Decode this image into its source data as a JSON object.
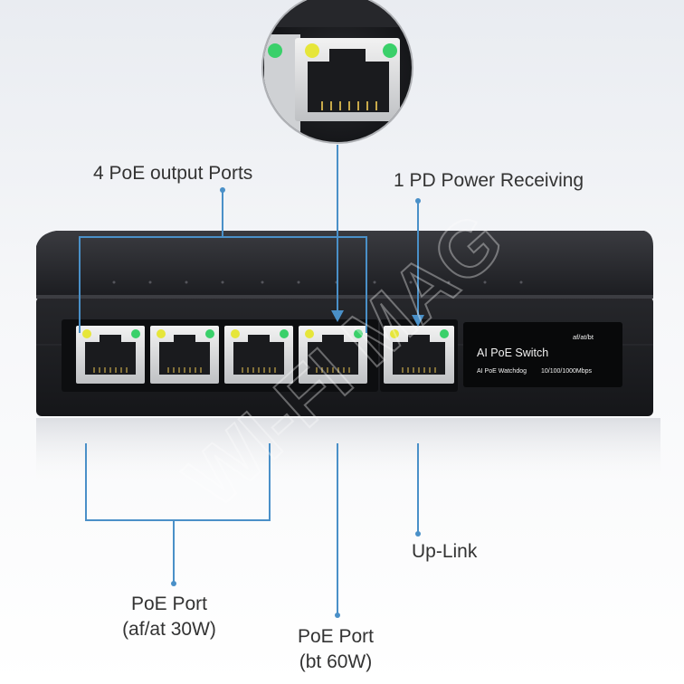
{
  "labels": {
    "output_ports": "4 PoE output Ports",
    "pd_power": "1 PD Power Receiving",
    "uplink": "Up-Link",
    "poe_port_at": {
      "line1": "PoE Port",
      "line2": "(af/at 30W)"
    },
    "poe_port_bt": {
      "line1": "PoE Port",
      "line2": "(bt 60W)"
    }
  },
  "device_panel": {
    "standard": "af/at/bt",
    "title": "AI PoE Switch",
    "watchdog": "AI PoE Watchdog",
    "speed": "10/100/1000Mbps"
  },
  "watermark": "WI-FI MAG",
  "colors": {
    "callout_line": "#4a90c8",
    "device_body": "#1c1d21",
    "led_yellow": "#e6e63a",
    "led_green": "#3ad06a",
    "label_text": "#333333"
  }
}
